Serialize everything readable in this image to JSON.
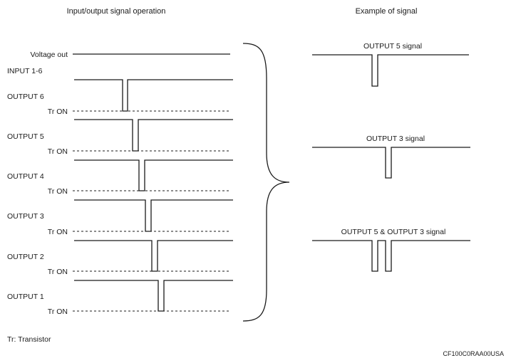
{
  "headings": {
    "left": "Input/output signal operation",
    "right": "Example of signal"
  },
  "labels": {
    "voltage_out": "Voltage out",
    "input": "INPUT 1-6",
    "tr_on": "Tr ON"
  },
  "outputs": [
    {
      "name": "OUTPUT 6",
      "tr_on": "Tr ON"
    },
    {
      "name": "OUTPUT 5",
      "tr_on": "Tr ON"
    },
    {
      "name": "OUTPUT 4",
      "tr_on": "Tr ON"
    },
    {
      "name": "OUTPUT 3",
      "tr_on": "Tr ON"
    },
    {
      "name": "OUTPUT 2",
      "tr_on": "Tr ON"
    },
    {
      "name": "OUTPUT 1",
      "tr_on": "Tr ON"
    }
  ],
  "examples": [
    {
      "label": "OUTPUT 5 signal"
    },
    {
      "label": "OUTPUT 3 signal"
    },
    {
      "label": "OUTPUT 5 & OUTPUT 3 signal"
    }
  ],
  "footnote": "Tr: Transistor",
  "code": "CF100C0RAA00USA"
}
